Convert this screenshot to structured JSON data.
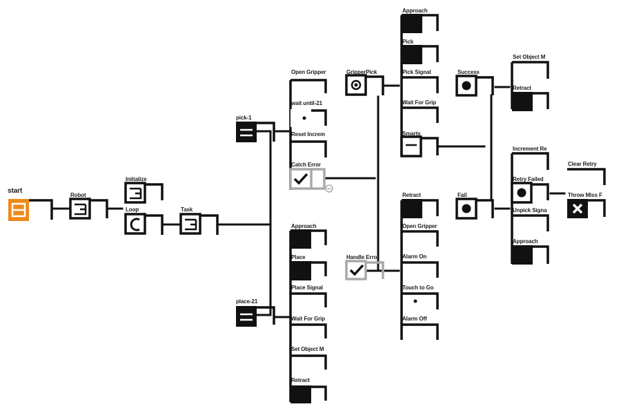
{
  "colors": {
    "ink": "#111111",
    "accent": "#ee8a1a",
    "muted": "#a9a9a9"
  },
  "nodes": {
    "start": {
      "label": "start"
    },
    "robot": {
      "label": "Robot"
    },
    "initialize": {
      "label": "Initialize"
    },
    "loop": {
      "label": "Loop"
    },
    "task": {
      "label": "Task"
    },
    "pick1": {
      "label": "pick-1"
    },
    "place21": {
      "label": "place-21"
    },
    "open_gripper": {
      "label": "Open Gripper"
    },
    "wait_until": {
      "label": "wait until-21"
    },
    "reset_increment": {
      "label": "Reset Increm"
    },
    "catch_error": {
      "label": "Catch Error"
    },
    "approach_place": {
      "label": "Approach"
    },
    "place": {
      "label": "Place"
    },
    "place_signal": {
      "label": "Place Signal"
    },
    "wait_for_grip_2": {
      "label": "Wait For Grip"
    },
    "set_object_2": {
      "label": "Set Object M"
    },
    "retract_2": {
      "label": "Retract"
    },
    "gripper_pick": {
      "label": "GripperPick"
    },
    "handle_error": {
      "label": "Handle Error"
    },
    "approach_pick": {
      "label": "Approach"
    },
    "pick": {
      "label": "Pick"
    },
    "pick_signal": {
      "label": "Pick Signal"
    },
    "wait_for_grip": {
      "label": "Wait For Grip"
    },
    "smarts": {
      "label": "Smarts"
    },
    "retract_err": {
      "label": "Retract"
    },
    "open_gripper_err": {
      "label": "Open Gripper"
    },
    "alarm_on": {
      "label": "Alarm On"
    },
    "touch_to_go": {
      "label": "Touch to Go"
    },
    "alarm_off": {
      "label": "Alarm Off"
    },
    "success": {
      "label": "Success"
    },
    "set_object": {
      "label": "Set Object M"
    },
    "retract_success": {
      "label": "Retract"
    },
    "fail": {
      "label": "Fail"
    },
    "increment_re": {
      "label": "Increment Re"
    },
    "retry_failed": {
      "label": "Retry Failed"
    },
    "unpick_signal": {
      "label": "Unpick Signa"
    },
    "approach_fail": {
      "label": "Approach"
    },
    "clear_retry": {
      "label": "Clear Retry"
    },
    "throw_miss": {
      "label": "Throw Miss F"
    }
  },
  "icons": {
    "sequence": "sequence-icon",
    "selector": "selector-icon",
    "parallel": "parallel-icon",
    "action": "action-icon",
    "condition": "condition-icon",
    "loop": "loop-icon",
    "check": "check-icon",
    "cross": "cross-icon",
    "collapse": "collapse-icon"
  }
}
